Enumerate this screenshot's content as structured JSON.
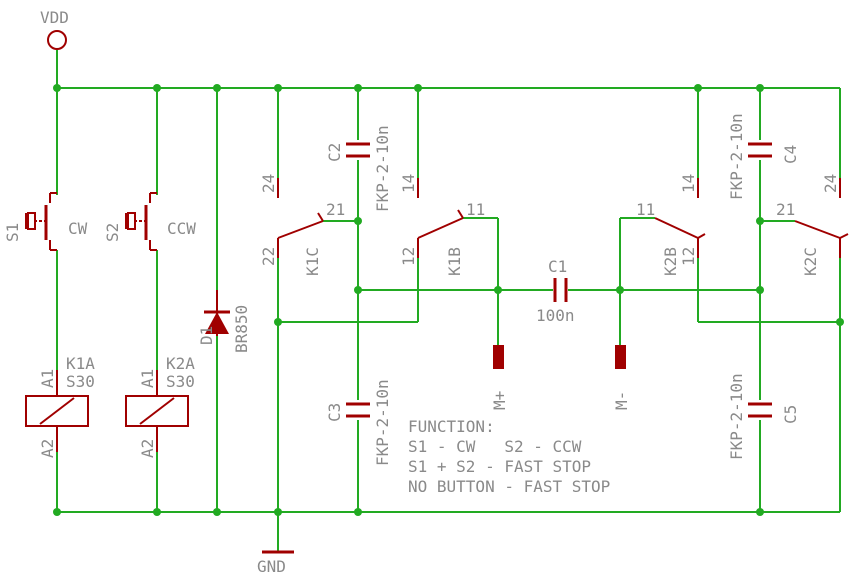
{
  "labels": {
    "vdd": "VDD",
    "gnd": "GND",
    "s1": "S1",
    "s1_text": "CW",
    "s2": "S2",
    "s2_text": "CCW",
    "k1a": "K1A",
    "k1a_type": "S30",
    "k2a": "K2A",
    "k2a_type": "S30",
    "a1": "A1",
    "a2": "A2",
    "d1": "D1",
    "d1_value": "BR850",
    "c1": "C1",
    "c1_value": "100n",
    "c2": "C2",
    "c3": "C3",
    "c4": "C4",
    "c5": "C5",
    "cap_value": "FKP-2-10n",
    "k1c": "K1C",
    "k1b": "K1B",
    "k2b": "K2B",
    "k2c": "K2C",
    "pin_24": "24",
    "pin_21": "21",
    "pin_22": "22",
    "pin_14": "14",
    "pin_11": "11",
    "pin_12": "12",
    "m_plus": "M+",
    "m_minus": "M-"
  },
  "function_note": {
    "line1": "FUNCTION:",
    "line2": "S1 - CW   S2 - CCW",
    "line3": "S1 + S2 - FAST STOP",
    "line4": "NO BUTTON - FAST STOP"
  },
  "colors": {
    "wire": "#22aa22",
    "part": "#a00000",
    "text": "#8a8a8a"
  }
}
